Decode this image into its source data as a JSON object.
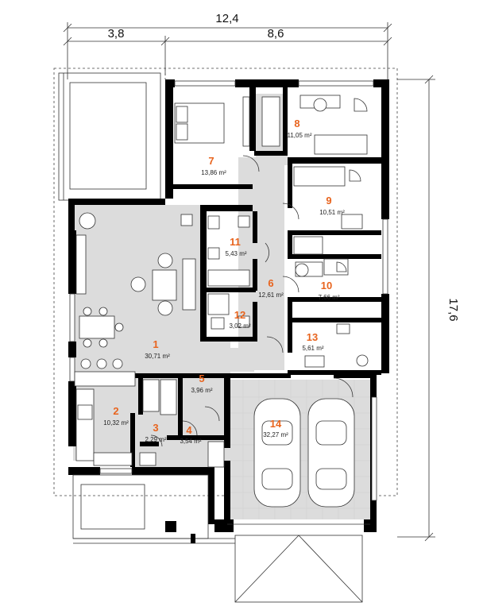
{
  "dimensions": {
    "total_width": "12,4",
    "left_width": "3,8",
    "right_width": "8,6",
    "total_height": "17,6"
  },
  "rooms": [
    {
      "num": "1",
      "area": "30,71 m²"
    },
    {
      "num": "2",
      "area": "10,32 m²"
    },
    {
      "num": "3",
      "area": "2,29 m²"
    },
    {
      "num": "4",
      "area": "3,54 m²"
    },
    {
      "num": "5",
      "area": "3,96 m²"
    },
    {
      "num": "6",
      "area": "12,61 m²"
    },
    {
      "num": "7",
      "area": "13,86 m²"
    },
    {
      "num": "8",
      "area": "11,05 m²"
    },
    {
      "num": "9",
      "area": "10,51 m²"
    },
    {
      "num": "10",
      "area": "7,66 m²"
    },
    {
      "num": "11",
      "area": "5,43 m²"
    },
    {
      "num": "12",
      "area": "3,02 m²"
    },
    {
      "num": "13",
      "area": "5,61 m²"
    },
    {
      "num": "14",
      "area": "32,27 m²"
    }
  ],
  "colors": {
    "room_number": "#e8641e",
    "floor": "#dcdcdc",
    "wall": "#000000"
  }
}
